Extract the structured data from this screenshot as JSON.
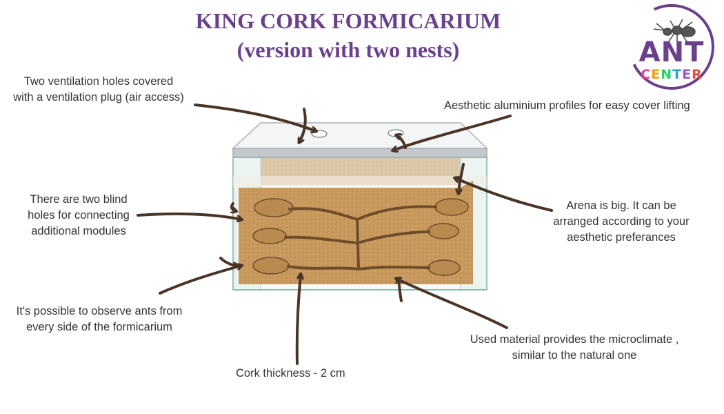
{
  "title": {
    "line1": "KING CORK FORMICARIUM",
    "line2": "(version with two nests)"
  },
  "callouts": {
    "ventilation": [
      "Two ventilation holes covered",
      "with a ventilation plug (air access)"
    ],
    "profiles": [
      "Aesthetic aluminium profiles for easy cover lifting"
    ],
    "blind_holes": [
      "There are two blind",
      "holes for connecting",
      "additional modules"
    ],
    "arena": [
      "Arena is big. It can be",
      "arranged according to your",
      "aesthetic preferances"
    ],
    "observe": [
      "It's possible to observe ants from",
      "every side of the formicarium"
    ],
    "microclimate": [
      "Used material provides the microclimate ,",
      "similar to the natural one"
    ],
    "thickness": [
      "Cork thickness - 2 cm"
    ]
  },
  "logo": {
    "word1": "ANT",
    "word2": "CENTER",
    "letters": [
      "C",
      "E",
      "N",
      "T",
      "E",
      "R"
    ],
    "letter_colors": [
      "#e84393",
      "#f39c12",
      "#2ecc71",
      "#3498db",
      "#9b59b6",
      "#e74c3c"
    ]
  },
  "colors": {
    "title": "#6a3f8c",
    "arrow": "#4a3426",
    "cork": "#c99a5e",
    "cork_dark": "#a87a42",
    "glass": "#cfe3dc",
    "aluminium": "#c4c8cc"
  }
}
